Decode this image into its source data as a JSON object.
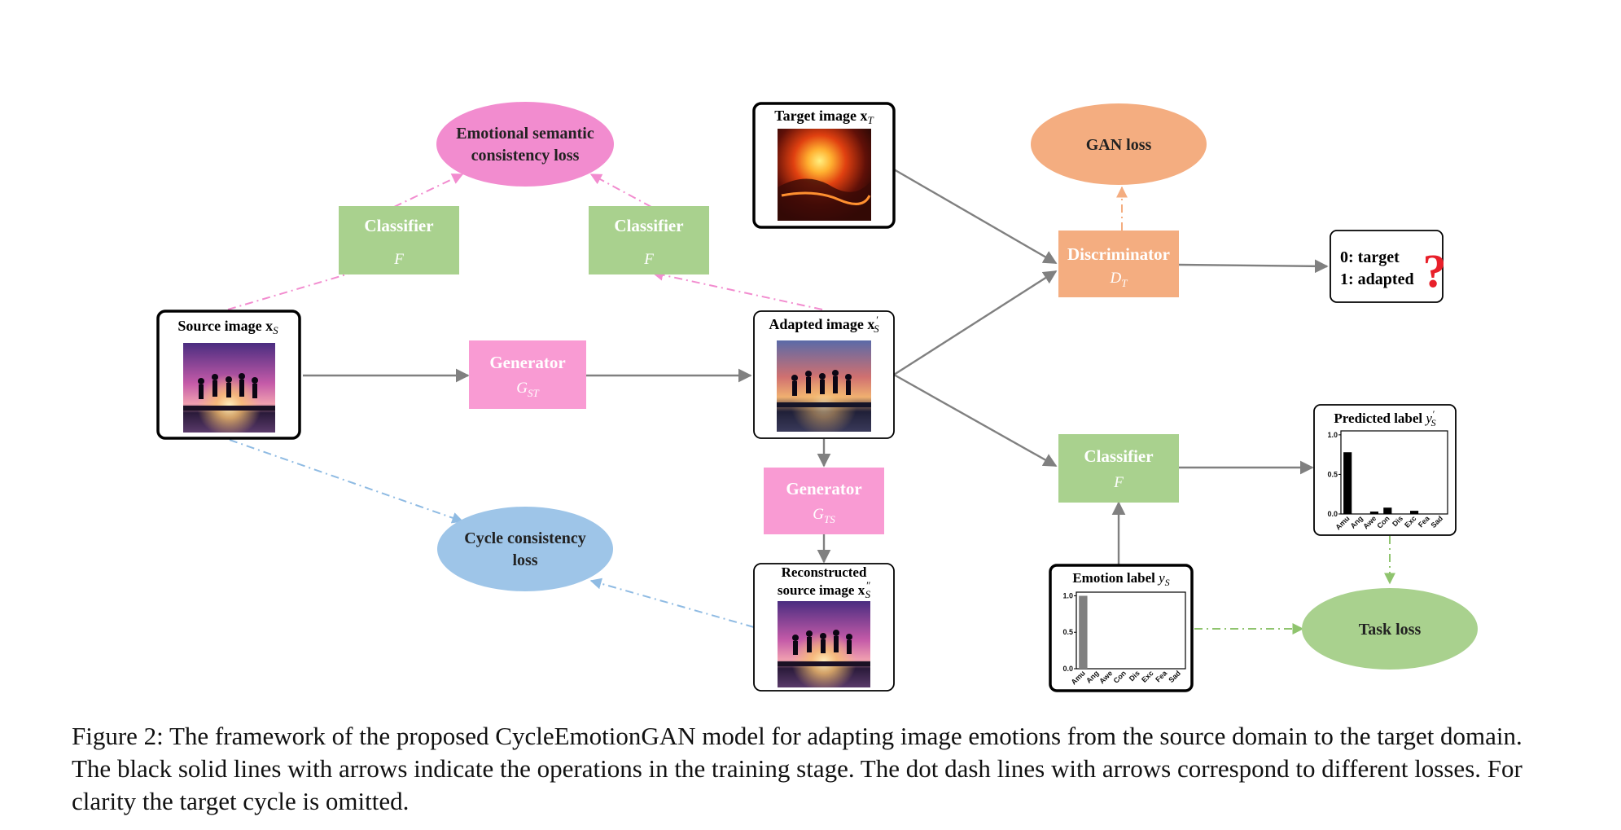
{
  "loss_nodes": {
    "emotional": {
      "line1": "Emotional semantic",
      "line2": "consistency loss",
      "color": "#f28ccf"
    },
    "cycle": {
      "line1": "Cycle consistency",
      "line2": "loss",
      "color": "#9ec5e8"
    },
    "gan": {
      "label": "GAN loss",
      "color": "#f4ad80"
    },
    "task": {
      "label": "Task loss",
      "color": "#a9d18e"
    }
  },
  "modules": {
    "classifier_left": {
      "title": "Classifier",
      "symbol": "F"
    },
    "classifier_mid": {
      "title": "Classifier",
      "symbol": "F"
    },
    "classifier_right": {
      "title": "Classifier",
      "symbol": "F"
    },
    "generator_st": {
      "title": "Generator",
      "symbol": "G_ST"
    },
    "generator_ts": {
      "title": "Generator",
      "symbol": "G_TS"
    },
    "discriminator": {
      "title": "Discriminator",
      "symbol": "D_T"
    }
  },
  "images": {
    "source": {
      "label": "Source image x_S"
    },
    "target": {
      "label": "Target image x_T"
    },
    "adapted": {
      "label": "Adapted image x′_S"
    },
    "reconstructed": {
      "line1": "Reconstructed",
      "line2": "source image x″_S"
    }
  },
  "output": {
    "line1": "0: target",
    "line2": "1: adapted",
    "mark": "?"
  },
  "predicted_label": {
    "title": "Predicted label y′_S"
  },
  "emotion_label": {
    "title": "Emotion label y_S"
  },
  "colors": {
    "classifier": "#a9d18e",
    "generator": "#f99bd3",
    "discriminator": "#f4ad80",
    "solid_arrow": "#808080",
    "question_mark": "#e8202a"
  },
  "chart_data": [
    {
      "type": "bar",
      "categories": [
        "Amu",
        "Ang",
        "Awe",
        "Con",
        "Dis",
        "Exc",
        "Fea",
        "Sad"
      ],
      "values": [
        0.78,
        0.0,
        0.03,
        0.08,
        0.0,
        0.04,
        0.0,
        0.0
      ],
      "yticks": [
        "0.0",
        "0.5",
        "1.0"
      ],
      "ylim": [
        0,
        1.05
      ],
      "bar_color": "#000000"
    },
    {
      "type": "bar",
      "categories": [
        "Amu",
        "Ang",
        "Awe",
        "Con",
        "Dis",
        "Exc",
        "Fea",
        "Sad"
      ],
      "values": [
        1.0,
        0.0,
        0.0,
        0.0,
        0.0,
        0.0,
        0.0,
        0.0
      ],
      "yticks": [
        "0.0",
        "0.5",
        "1.0"
      ],
      "ylim": [
        0,
        1.05
      ],
      "bar_color": "#808080"
    }
  ],
  "caption": "Figure 2: The framework of the proposed CycleEmotionGAN model for adapting image emotions from the source domain to the target domain. The black solid lines with arrows indicate the operations in the training stage. The dot dash lines with arrows correspond to different losses. For clarity the target cycle is omitted."
}
